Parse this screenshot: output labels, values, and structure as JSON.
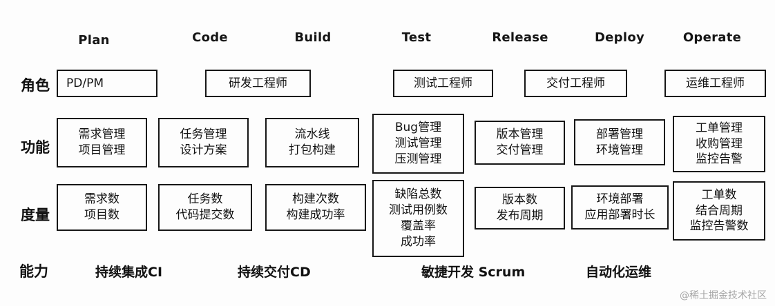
{
  "columns": [
    "Plan",
    "Code",
    "Build",
    "Test",
    "Release",
    "Deploy",
    "Operate"
  ],
  "row_labels": {
    "role": "角色",
    "function": "功能",
    "metric": "度量",
    "capability": "能力"
  },
  "roles": {
    "plan": "PD/PM",
    "code": "研发工程师",
    "test": "测试工程师",
    "release": "交付工程师",
    "operate": "运维工程师"
  },
  "functions": {
    "plan": "需求管理\n项目管理",
    "code": "任务管理\n设计方案",
    "build": "流水线\n打包构建",
    "test": "Bug管理\n测试管理\n压测管理",
    "release": "版本管理\n交付管理",
    "deploy": "部署管理\n环境管理",
    "operate": "工单管理\n收购管理\n监控告警"
  },
  "metrics": {
    "plan": "需求数\n项目数",
    "code": "任务数\n代码提交数",
    "build": "构建次数\n构建成功率",
    "test": "缺陷总数\n测试用例数\n覆盖率\n成功率",
    "release": "版本数\n发布周期",
    "deploy": "环境部署\n应用部署时长",
    "operate": "工单数\n结合周期\n监控告警数"
  },
  "capabilities": [
    "持续集成CI",
    "持续交付CD",
    "敏捷开发 Scrum",
    "自动化运维"
  ],
  "watermark": "@稀土掘金技术社区",
  "colors": {
    "border": "#161616",
    "text": "#121212",
    "watermark": "#a6a6a6",
    "background": "#fdfdfd"
  }
}
